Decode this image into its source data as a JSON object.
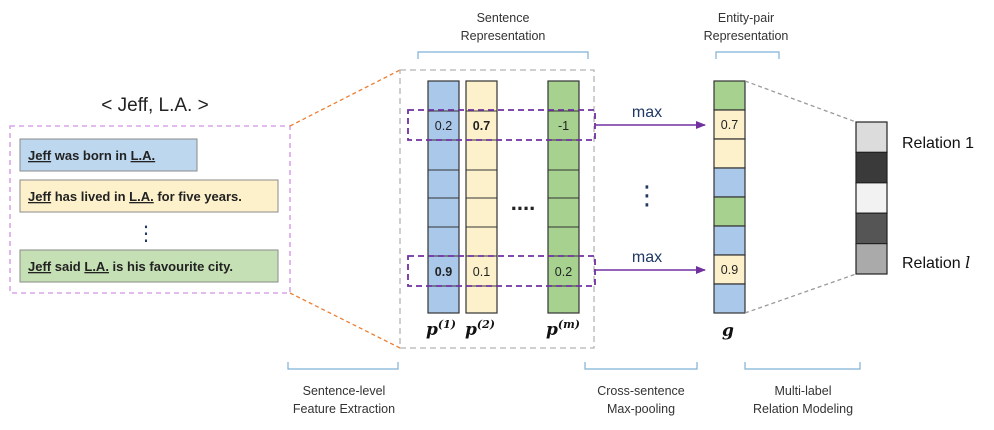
{
  "entity_pair": "< Jeff, L.A. >",
  "sentences": [
    {
      "parts": [
        {
          "t": "Jeff",
          "u": true
        },
        {
          "t": " was born in ",
          "u": false
        },
        {
          "t": "L.A.",
          "u": true
        }
      ]
    },
    {
      "parts": [
        {
          "t": "Jeff",
          "u": true
        },
        {
          "t": " has lived in ",
          "u": false
        },
        {
          "t": "L.A.",
          "u": true
        },
        {
          "t": " for five years.",
          "u": false
        }
      ]
    },
    {
      "parts": [
        {
          "t": "Jeff",
          "u": true
        },
        {
          "t": " said ",
          "u": false
        },
        {
          "t": "L.A.",
          "u": true
        },
        {
          "t": " is his favourite city.",
          "u": false
        }
      ]
    }
  ],
  "vertical_ellipsis": "⋮",
  "headers": {
    "sentence_rep_line1": "Sentence",
    "sentence_rep_line2": "Representation",
    "entity_rep_line1": "Entity-pair",
    "entity_rep_line2": "Representation"
  },
  "columns": [
    {
      "label": "p",
      "sup": "(1)",
      "color": "#a9c8ea",
      "top": "0.2",
      "top_bold": false,
      "bottom": "0.9",
      "bottom_bold": true
    },
    {
      "label": "p",
      "sup": "(2)",
      "color": "#fdf1cc",
      "top": "0.7",
      "top_bold": true,
      "bottom": "0.1",
      "bottom_bold": false
    },
    {
      "label": "p",
      "sup": "(m)",
      "color": "#a6d18f",
      "top": "-1",
      "top_bold": false,
      "bottom": "0.2",
      "bottom_bold": false
    }
  ],
  "col_ellipsis": "....",
  "max_labels": [
    "max",
    "max"
  ],
  "pool_ellipsis": "⋮",
  "g_label": "g",
  "g_cells": [
    {
      "color": "#a6d18f",
      "text": ""
    },
    {
      "color": "#fdf1cc",
      "text": "0.7"
    },
    {
      "color": "#fdf1cc",
      "text": ""
    },
    {
      "color": "#a9c8ea",
      "text": ""
    },
    {
      "color": "#a6d18f",
      "text": ""
    },
    {
      "color": "#a9c8ea",
      "text": ""
    },
    {
      "color": "#fdf1cc",
      "text": "0.9"
    },
    {
      "color": "#a9c8ea",
      "text": ""
    }
  ],
  "relation_cells": [
    "#dcdcdc",
    "#3a3a3a",
    "#f2f2f2",
    "#555555",
    "#aaaaaa"
  ],
  "relation_labels": {
    "first": "Relation 1",
    "last_prefix": "Relation ",
    "last_var": "l"
  },
  "stages": [
    {
      "line1": "Sentence-level",
      "line2": "Feature Extraction"
    },
    {
      "line1": "Cross-sentence",
      "line2": "Max-pooling"
    },
    {
      "line1": "Multi-label",
      "line2": "Relation Modeling"
    }
  ],
  "colors": {
    "arrow": "#7030a0",
    "max_text": "#1f3864",
    "dash_purple": "#7030a0",
    "bracket": "#7fb2d8",
    "zoom_orange": "#ed7d31",
    "sentence_panel": "#d9a6e6"
  }
}
